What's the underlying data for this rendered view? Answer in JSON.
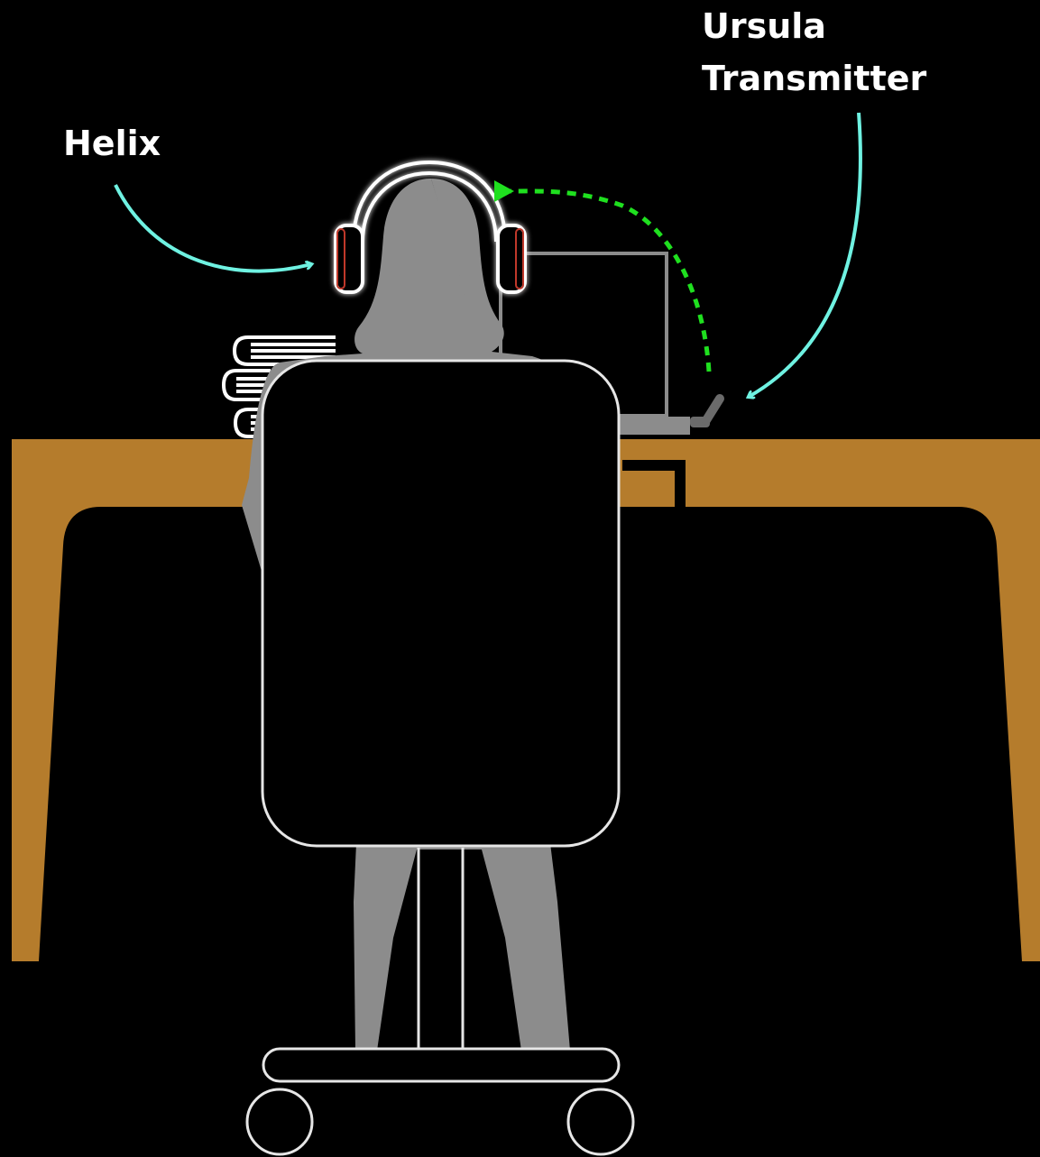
{
  "labels": {
    "helix": "Helix",
    "ursula_line1": "Ursula",
    "ursula_line2": "Transmitter"
  },
  "colors": {
    "background": "#000000",
    "desk": "#b57c2c",
    "person": "#8c8c8c",
    "arrow": "#6ff2e2",
    "signal": "#1fe01f",
    "outline": "#e6e6e6",
    "headphone_accent": "#c0392b"
  },
  "icons": {
    "person": "person-silhouette-icon",
    "headphones": "headphones-icon",
    "laptop": "laptop-icon",
    "books": "book-stack-icon",
    "chair": "office-chair-icon",
    "transmitter": "transmitter-icon"
  }
}
